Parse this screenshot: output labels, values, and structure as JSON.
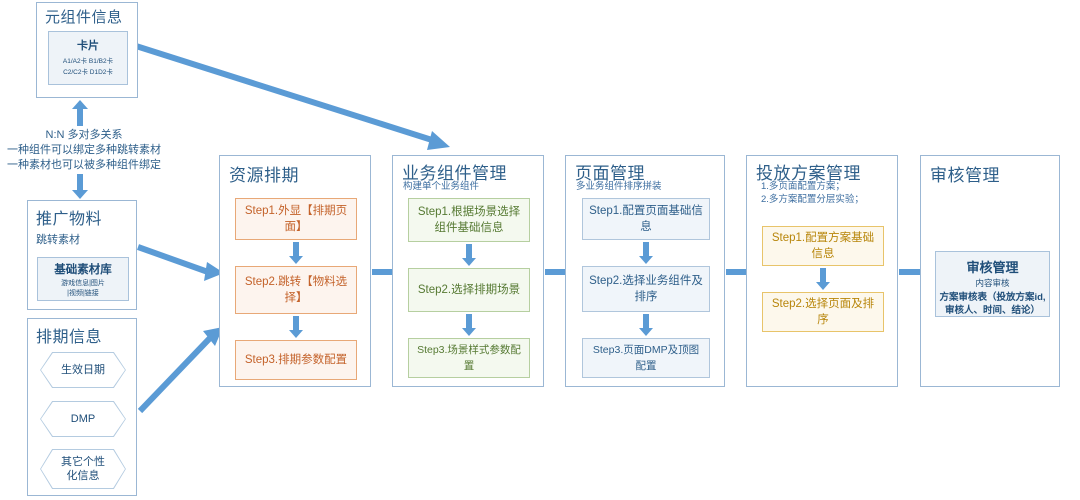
{
  "meta": {
    "accent_blue": "#5b9bd5",
    "panel_border": "#9bb7d4",
    "title_color": "#2e5f8a"
  },
  "left_column": {
    "meta_component": {
      "title": "元组件信息",
      "card": {
        "name": "卡片",
        "line1": "A1/A2卡  B1/B2卡",
        "line2": "C2/C2卡 D1D2卡"
      }
    },
    "relation_note": {
      "line1": "N:N 多对多关系",
      "line2": "一种组件可以绑定多种跳转素材",
      "line3": "一种素材也可以被多种组件绑定"
    },
    "promo_material": {
      "title": "推广物料",
      "subtitle": "跳转素材",
      "card": {
        "name": "基础素材库",
        "line1": "游戏信息|图片",
        "line2": "|视频|链接"
      }
    },
    "schedule_info": {
      "title": "排期信息",
      "hexagons": [
        {
          "label": "生效日期"
        },
        {
          "label": "DMP"
        },
        {
          "label": "其它个性\n化信息"
        }
      ]
    }
  },
  "columns": [
    {
      "id": "resource-schedule",
      "title": "资源排期",
      "subtitle": "",
      "subtitle_lines": [],
      "accent": "orange",
      "steps": [
        {
          "label": "Step1.外显【排期页面】"
        },
        {
          "label": "Step2.跳转【物料选择】"
        },
        {
          "label": "Step3.排期参数配置"
        }
      ]
    },
    {
      "id": "business-component-mgmt",
      "title": "业务组件管理",
      "subtitle": "构建单个业务组件",
      "subtitle_lines": [
        "构建单个业务组件"
      ],
      "accent": "green",
      "steps": [
        {
          "label": "Step1.根据场景选择组件基础信息"
        },
        {
          "label": "Step2.选择排期场景"
        },
        {
          "label": "Step3.场景样式参数配置"
        }
      ]
    },
    {
      "id": "page-mgmt",
      "title": "页面管理",
      "subtitle": "多业务组件排序拼装",
      "subtitle_lines": [
        "多业务组件排序拼装"
      ],
      "accent": "blue",
      "steps": [
        {
          "label": "Step1.配置页面基础信息"
        },
        {
          "label": "Step2.选择业务组件及排序"
        },
        {
          "label": "Step3.页面DMP及顶图配置"
        }
      ]
    },
    {
      "id": "delivery-plan-mgmt",
      "title": "投放方案管理",
      "subtitle": "1.多页面配置方案；2.多方案配置分层实验；",
      "subtitle_lines": [
        "1.多页面配置方案；",
        "2.多方案配置分层实验；"
      ],
      "accent": "yellow",
      "steps": [
        {
          "label": "Step1.配置方案基础信息"
        },
        {
          "label": "Step2.选择页面及排序"
        }
      ]
    },
    {
      "id": "audit-mgmt",
      "title": "审核管理",
      "subtitle": "",
      "subtitle_lines": [],
      "accent": "blue",
      "steps": [],
      "summary_card": {
        "name": "审核管理",
        "line1": "内容审核",
        "line2": "方案审核表（投放方案id,审核人、时间、结论）"
      }
    }
  ]
}
